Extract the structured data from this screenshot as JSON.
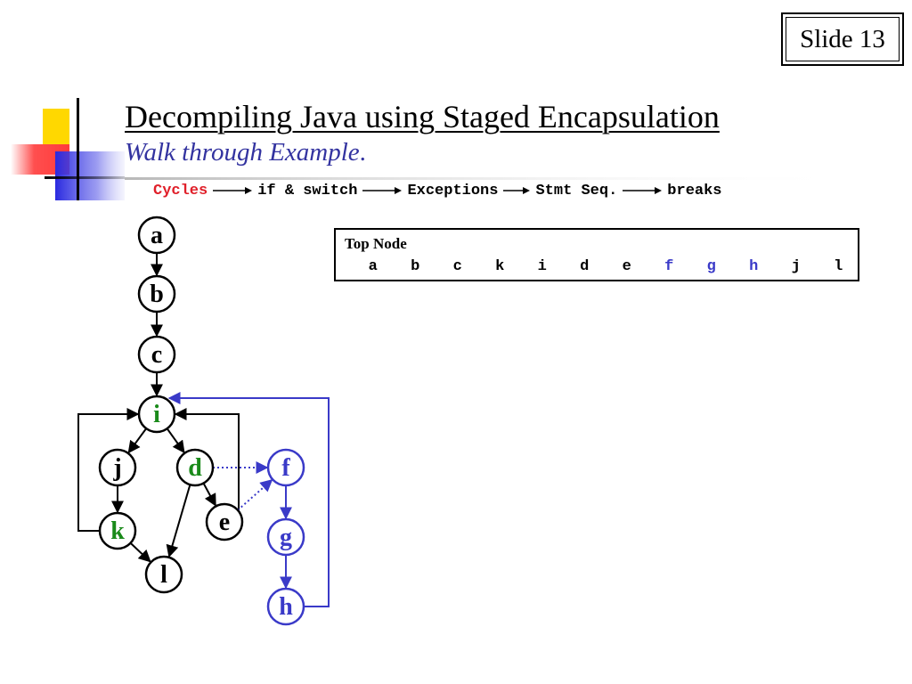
{
  "slide_label": "Slide 13",
  "title": "Decompiling Java using Staged Encapsulation",
  "subtitle": "Walk through Example",
  "subtitle_punct": ".",
  "stages": [
    "Cycles",
    "if & switch",
    "Exceptions",
    "Stmt Seq.",
    "breaks"
  ],
  "top_node": {
    "header": "Top Node",
    "sequence": [
      {
        "label": "a",
        "highlight": false
      },
      {
        "label": "b",
        "highlight": false
      },
      {
        "label": "c",
        "highlight": false
      },
      {
        "label": "k",
        "highlight": false
      },
      {
        "label": "i",
        "highlight": false
      },
      {
        "label": "d",
        "highlight": false
      },
      {
        "label": "e",
        "highlight": false
      },
      {
        "label": "f",
        "highlight": true
      },
      {
        "label": "g",
        "highlight": true
      },
      {
        "label": "h",
        "highlight": true
      },
      {
        "label": "j",
        "highlight": false
      },
      {
        "label": "l",
        "highlight": false
      }
    ]
  },
  "graph": {
    "nodes": [
      {
        "id": "a",
        "label": "a",
        "color": "#000000",
        "border": "#000000"
      },
      {
        "id": "b",
        "label": "b",
        "color": "#000000",
        "border": "#000000"
      },
      {
        "id": "c",
        "label": "c",
        "color": "#000000",
        "border": "#000000"
      },
      {
        "id": "i",
        "label": "i",
        "color": "#1a8a1a",
        "border": "#000000"
      },
      {
        "id": "j",
        "label": "j",
        "color": "#000000",
        "border": "#000000"
      },
      {
        "id": "d",
        "label": "d",
        "color": "#1a8a1a",
        "border": "#000000"
      },
      {
        "id": "k",
        "label": "k",
        "color": "#1a8a1a",
        "border": "#000000"
      },
      {
        "id": "e",
        "label": "e",
        "color": "#000000",
        "border": "#000000"
      },
      {
        "id": "l",
        "label": "l",
        "color": "#000000",
        "border": "#000000"
      },
      {
        "id": "f",
        "label": "f",
        "color": "#3a3ac8",
        "border": "#3a3ac8"
      },
      {
        "id": "g",
        "label": "g",
        "color": "#3a3ac8",
        "border": "#3a3ac8"
      },
      {
        "id": "h",
        "label": "h",
        "color": "#3a3ac8",
        "border": "#3a3ac8"
      }
    ],
    "edges": [
      {
        "from": "a",
        "to": "b",
        "style": "solid",
        "color": "#000000"
      },
      {
        "from": "b",
        "to": "c",
        "style": "solid",
        "color": "#000000"
      },
      {
        "from": "c",
        "to": "i",
        "style": "solid",
        "color": "#000000"
      },
      {
        "from": "i",
        "to": "j",
        "style": "solid",
        "color": "#000000"
      },
      {
        "from": "i",
        "to": "d",
        "style": "solid",
        "color": "#000000"
      },
      {
        "from": "j",
        "to": "k",
        "style": "solid",
        "color": "#000000"
      },
      {
        "from": "k",
        "to": "l",
        "style": "solid",
        "color": "#000000"
      },
      {
        "from": "d",
        "to": "l",
        "style": "solid",
        "color": "#000000"
      },
      {
        "from": "d",
        "to": "e",
        "style": "solid",
        "color": "#000000"
      },
      {
        "from": "k",
        "to": "i",
        "style": "solid-loop",
        "color": "#000000"
      },
      {
        "from": "e",
        "to": "i",
        "style": "solid-loop",
        "color": "#000000"
      },
      {
        "from": "d",
        "to": "f",
        "style": "dotted",
        "color": "#3a3ac8"
      },
      {
        "from": "e",
        "to": "f",
        "style": "dotted",
        "color": "#3a3ac8"
      },
      {
        "from": "f",
        "to": "g",
        "style": "solid",
        "color": "#3a3ac8"
      },
      {
        "from": "g",
        "to": "h",
        "style": "solid",
        "color": "#3a3ac8"
      },
      {
        "from": "h",
        "to": "i",
        "style": "solid-loop",
        "color": "#3a3ac8"
      }
    ]
  },
  "colors": {
    "stage_highlight": "#e0202a",
    "subtitle": "#3333a0",
    "highlight_blue": "#3a3ac8",
    "green": "#1a8a1a",
    "deco_yellow": "#ffd800",
    "deco_red": "#ff3b3b",
    "deco_blue": "#2a2ae0"
  }
}
